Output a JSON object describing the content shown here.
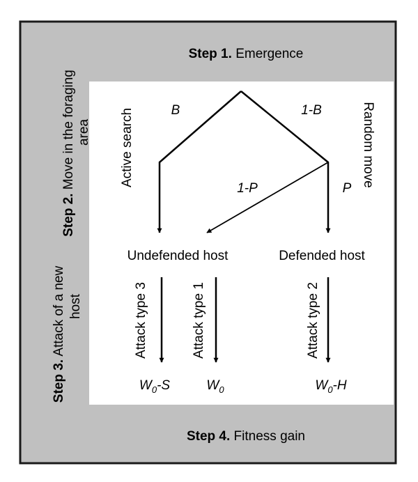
{
  "steps": {
    "step1": {
      "label": "Step 1.",
      "text": " Emergence"
    },
    "step2": {
      "label": "Step 2.",
      "text_line1": " Move in the foraging",
      "text_line2": "area"
    },
    "step3": {
      "label": "Step 3.",
      "text_line1": " Attack of a new",
      "text_line2": "host"
    },
    "step4": {
      "label": "Step 4.",
      "text": " Fitness gain"
    }
  },
  "branches": {
    "active_search": "Active search",
    "random_move": "Random move",
    "prob_B": "B",
    "prob_1_minus_B": "1-B",
    "prob_1_minus_P": "1-P",
    "prob_P": "P"
  },
  "hosts": {
    "undefended": "Undefended host",
    "defended": "Defended host"
  },
  "attacks": {
    "type3": "Attack type 3",
    "type1": "Attack type 1",
    "type2": "Attack type 2"
  },
  "outcomes": {
    "w0_s": {
      "base": "W",
      "sub": "0",
      "suffix": "-S"
    },
    "w0": {
      "base": "W",
      "sub": "0"
    },
    "w0_h": {
      "base": "W",
      "sub": "0",
      "suffix": "-H"
    }
  },
  "colors": {
    "frame_border": "#1a1a1a",
    "gray_band": "#c0c0c0",
    "inner_panel": "#ffffff",
    "ink": "#000000"
  }
}
